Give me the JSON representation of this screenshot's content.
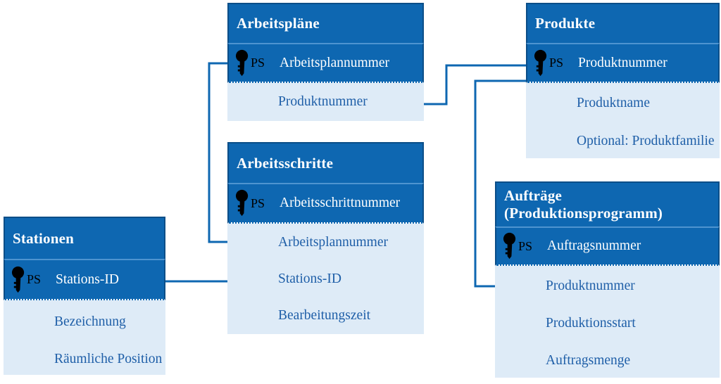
{
  "diagram": {
    "type": "entity-relationship-diagram",
    "tables": [
      {
        "id": "stationen",
        "title": "Stationen",
        "pk_label": "PS",
        "pk_field": "Stations-ID",
        "fields": [
          "Bezeichnung",
          "Räumliche Position"
        ]
      },
      {
        "id": "arbeitsplaene",
        "title": "Arbeitspläne",
        "pk_label": "PS",
        "pk_field": "Arbeitsplannummer",
        "fields": [
          "Produktnummer"
        ]
      },
      {
        "id": "arbeitsschritte",
        "title": "Arbeitsschritte",
        "pk_label": "PS",
        "pk_field": "Arbeitsschrittnummer",
        "fields": [
          "Arbeitsplannummer",
          "Stations-ID",
          "Bearbeitungszeit"
        ]
      },
      {
        "id": "produkte",
        "title": "Produkte",
        "pk_label": "PS",
        "pk_field": "Produktnummer",
        "fields": [
          "Produktname",
          "Optional: Produktfamilie"
        ]
      },
      {
        "id": "auftraege",
        "title": "Aufträge (Produktionsprogramm)",
        "pk_label": "PS",
        "pk_field": "Auftragsnummer",
        "fields": [
          "Produktnummer",
          "Produktionsstart",
          "Auftragsmenge"
        ]
      }
    ],
    "relationships": [
      {
        "from": "Arbeitspläne.Arbeitsplannummer",
        "to": "Arbeitsschritte.Arbeitsplannummer"
      },
      {
        "from": "Stationen.Stations-ID",
        "to": "Arbeitsschritte.Stations-ID"
      },
      {
        "from": "Arbeitspläne.Produktnummer",
        "to": "Produkte.Produktnummer"
      },
      {
        "from": "Produkte.Produktnummer",
        "to": "Aufträge.Produktnummer"
      }
    ],
    "colors": {
      "header_bg": "#0E67B1",
      "table_border": "#0B4E88",
      "header_divider": "#4E94D0",
      "row_bg": "#DEEBF7",
      "header_text": "#FFFFFF",
      "attribute_text": "#1F5FA8",
      "key_icon": "#000000",
      "connector": "#0E67B1"
    }
  }
}
